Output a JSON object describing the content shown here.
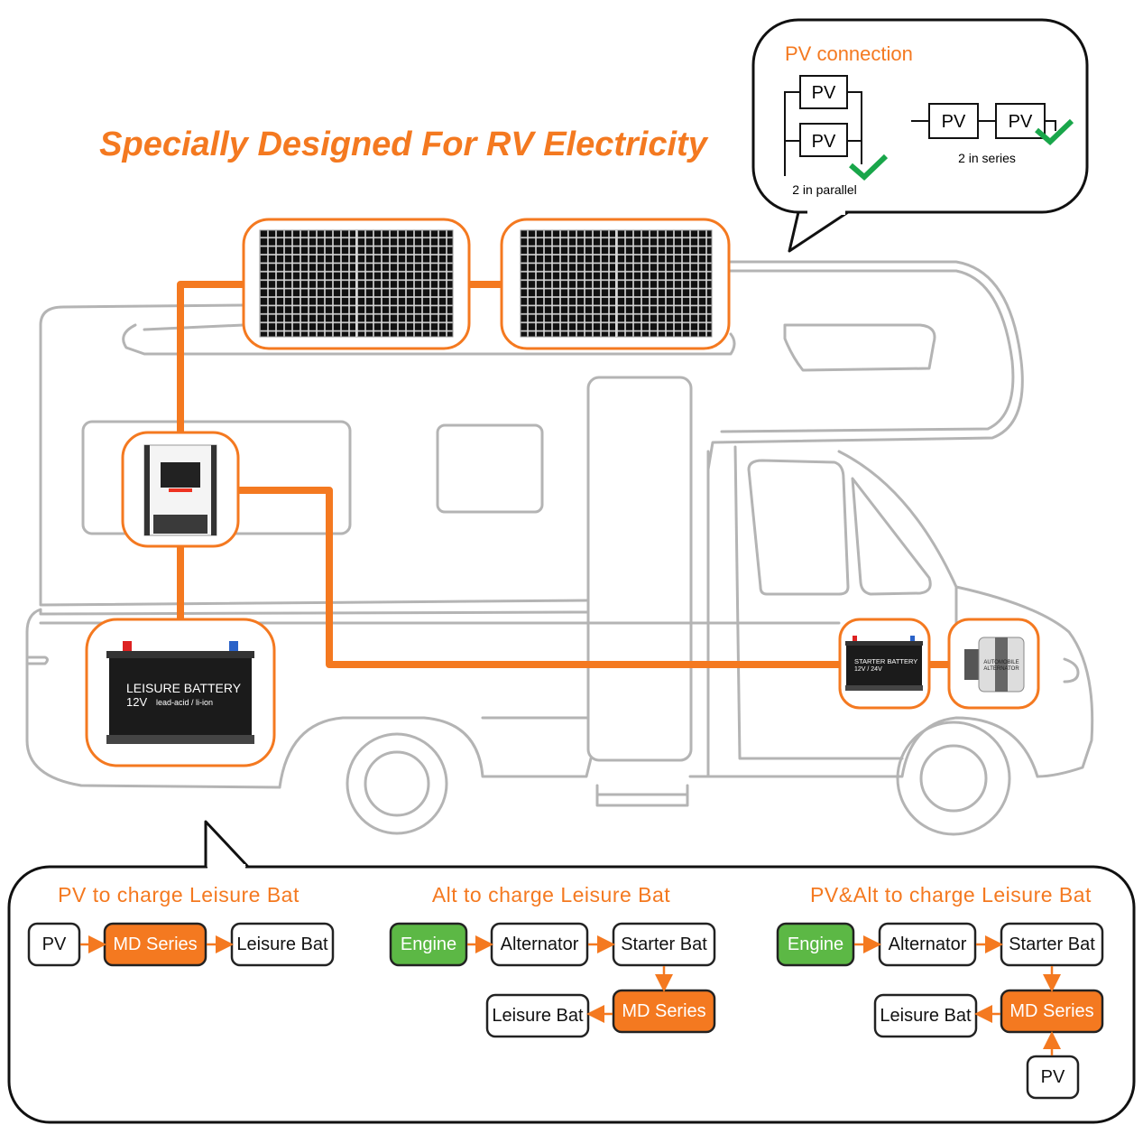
{
  "title": "Specially Designed For RV Electricity",
  "colors": {
    "accent": "#f47920",
    "engine_green": "#5cb845",
    "outline": "#b4b4b4"
  },
  "pv_connection": {
    "heading": "PV connection",
    "pv": "PV",
    "parallel_label": "2 in parallel",
    "series_label": "2 in series"
  },
  "batteries": {
    "leisure_name": "LEISURE BATTERY",
    "leisure_voltage": "12V",
    "leisure_type": "lead-acid / li-ion",
    "starter_name": "STARTER BATTERY",
    "starter_voltage": "12V / 24V",
    "alternator_line1": "AUTOMOBILE",
    "alternator_line2": "ALTERNATOR"
  },
  "flows": [
    {
      "title": "PV to charge Leisure Bat",
      "nodes": [
        "PV",
        "MD Series",
        "Leisure Bat"
      ]
    },
    {
      "title": "Alt to charge Leisure Bat",
      "nodes": [
        "Engine",
        "Alternator",
        "Starter Bat",
        "MD Series",
        "Leisure Bat"
      ]
    },
    {
      "title": "PV&Alt to charge Leisure Bat",
      "nodes": [
        "Engine",
        "Alternator",
        "Starter Bat",
        "MD Series",
        "Leisure Bat",
        "PV"
      ]
    }
  ]
}
